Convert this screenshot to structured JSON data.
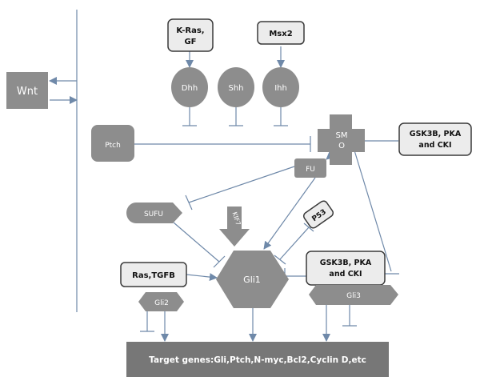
{
  "nodes": {
    "wnt": "Wnt",
    "kras_gf": [
      "K-Ras,",
      "GF"
    ],
    "msx2": "Msx2",
    "dhh": "Dhh",
    "shh": "Shh",
    "ihh": "Ihh",
    "ptch": "Ptch",
    "smo": [
      "SM",
      "O"
    ],
    "gsk_pka_cki_top": [
      "GSK3B, PKA",
      "and CKI"
    ],
    "fu": "FU",
    "sufu": "SUFU",
    "kif7": "KIF7",
    "p53": "P53",
    "gli1": "Gli1",
    "ras_tgfb": "Ras,TGFB",
    "gli2": "Gli2",
    "gsk_pka_cki_bottom": [
      "GSK3B, PKA",
      "and CKI"
    ],
    "gli3": "Gli3",
    "target_genes": "Target genes:Gli,Ptch,N-myc,Bcl2,Cyclin D,etc"
  },
  "colors": {
    "node_fill": "#8d8d8d",
    "target_fill": "#6e6e6e",
    "regulator_box_fill": "#ececec",
    "edge": "#6f89a9"
  }
}
